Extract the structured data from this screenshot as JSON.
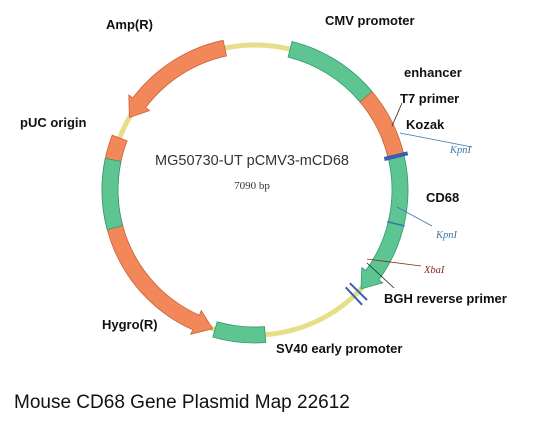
{
  "plasmid": {
    "name": "MG50730-UT pCMV3-mCD68",
    "size": "7090 bp"
  },
  "caption": "Mouse CD68 Gene Plasmid Map 22612",
  "colors": {
    "backbone_fill": "#fffde8",
    "backbone_stroke": "#e6df8a",
    "promoter": "#5dc592",
    "promoter_edge": "#2e9a68",
    "resistance": "#f2875a",
    "resistance_edge": "#c8633a",
    "primer": "#3a5fb0",
    "kpn": "#3a78a8",
    "xba": "#8b2a1c"
  },
  "features": [
    {
      "label": "CMV promoter",
      "kind": "promoter"
    },
    {
      "label": "enhancer",
      "kind": "resistance"
    },
    {
      "label": "CD68",
      "kind": "promoter"
    },
    {
      "label": "SV40 early promoter",
      "kind": "promoter"
    },
    {
      "label": "Hygro(R)",
      "kind": "resistance"
    },
    {
      "label": "pUC origin",
      "kind": "promoter"
    },
    {
      "label": "Amp(R)",
      "kind": "resistance"
    }
  ],
  "primers": [
    {
      "label": "T7 primer"
    },
    {
      "label": "Kozak"
    },
    {
      "label": "BGH reverse primer"
    }
  ],
  "sites": [
    {
      "label": "KpnI"
    },
    {
      "label": "KpnI"
    },
    {
      "label": "XbaI"
    }
  ]
}
